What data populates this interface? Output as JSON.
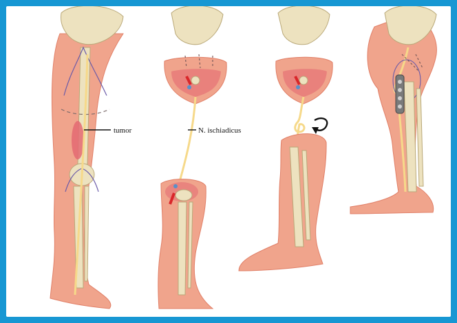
{
  "labels": {
    "tumor": "tumor",
    "nerve": "N. ischiadicus"
  },
  "colors": {
    "frame": "#1797d3",
    "background": "#ffffff",
    "skin": "#f0a48c",
    "skin_outline": "#e07e66",
    "bone": "#ede2bf",
    "bone_outline": "#b9a878",
    "nerve": "#f6d98a",
    "artery": "#d9262a",
    "vein": "#5a90c8",
    "tumor": "#e46a72",
    "incision": "#6a5aa8",
    "plate": "#7a7a7a"
  },
  "panels": [
    {
      "id": "panel-1",
      "content": "leg with tumor in thigh and incision outline"
    },
    {
      "id": "panel-2",
      "content": "femur resected, sciatic nerve preserved"
    },
    {
      "id": "panel-3",
      "content": "leg rotated 180 degrees"
    },
    {
      "id": "panel-4",
      "content": "rotated lower leg fixed to pelvis with plate"
    }
  ],
  "icons": {
    "rotation": "rotation-arrow-icon"
  }
}
